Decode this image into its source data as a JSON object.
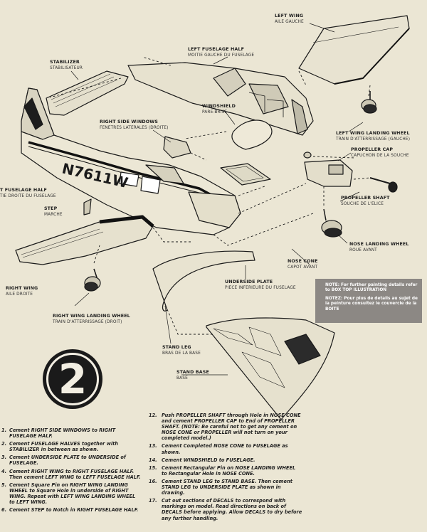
{
  "labels": {
    "left_wing": {
      "en": "LEFT WING",
      "fr": "AILE GAUCHE"
    },
    "left_fuselage_half": {
      "en": "LEFT FUSELAGE HALF",
      "fr": "MOITIE GAUCHE DU FUSELAGE"
    },
    "stabilizer": {
      "en": "STABILIZER",
      "fr": "STABILISATEUR"
    },
    "windshield": {
      "en": "WINDSHIELD",
      "fr": "PARE-BRISE"
    },
    "right_side_windows": {
      "en": "RIGHT SIDE WINDOWS",
      "fr": "FENETRES LATERALES (DROITE)"
    },
    "left_wing_landing_wheel": {
      "en": "LEFT WING LANDING WHEEL",
      "fr": "TRAIN D'ATTERRISSAGE (GAUCHE)"
    },
    "propeller_cap": {
      "en": "PROPELLER CAP",
      "fr": "CAPUCHON DE LA SOUCHE"
    },
    "right_fuselage_half": {
      "en": "T FUSELAGE HALF",
      "fr": "TIE DROITE DU FUSELAGE"
    },
    "step": {
      "en": "STEP",
      "fr": "MARCHE"
    },
    "propeller_shaft": {
      "en": "PROPELLER SHAFT",
      "fr": "SOUCHE DE L'ELICE"
    },
    "nose_landing_wheel": {
      "en": "NOSE LANDING WHEEL",
      "fr": "ROUE AVANT"
    },
    "nose_cone": {
      "en": "NOSE CONE",
      "fr": "CAPOT AVANT"
    },
    "underside_plate": {
      "en": "UNDERSIDE PLATE",
      "fr": "PIECE INFERIEURE DU FUSELAGE"
    },
    "right_wing": {
      "en": "RIGHT WING",
      "fr": "AILE DROITE"
    },
    "right_wing_landing_wheel": {
      "en": "RIGHT WING LANDING WHEEL",
      "fr": "TRAIN D'ATTERRISSAGE (DROIT)"
    },
    "stand_leg": {
      "en": "STAND LEG",
      "fr": "BRAS DE LA BASE"
    },
    "stand_base": {
      "en": "STAND BASE",
      "fr": "BASE"
    }
  },
  "registration": "N7611W",
  "note": {
    "en": "NOTE: For further painting details refer to BOX TOP ILLUSTRATION",
    "fr": "NOTEZ: Pour plus de details au sujet de la peinture consultez le couvercle de la BOITE"
  },
  "step_number": "2",
  "instructions_left": [
    {
      "n": "1.",
      "text": "Cement RIGHT SIDE WINDOWS to RIGHT FUSELAGE HALF."
    },
    {
      "n": "2.",
      "text": "Cement FUSELAGE HALVES together with STABILIZER in between as shown."
    },
    {
      "n": "3.",
      "text": "Cement UNDERSIDE PLATE to UNDERSIDE of FUSELAGE."
    },
    {
      "n": "4.",
      "text": "Cement RIGHT WING to RIGHT FUSELAGE HALF. Then cement LEFT WING to LEFT FUSELAGE HALF."
    },
    {
      "n": "5.",
      "text": "Cement Square Pin on RIGHT WING LANDING WHEEL to Square Hole in underside of RIGHT WING. Repeat with LEFT WING LANDING WHEEL to LEFT WING."
    },
    {
      "n": "6.",
      "text": "Cement STEP to Notch in RIGHT FUSELAGE HALF."
    }
  ],
  "instructions_right": [
    {
      "n": "12.",
      "text": "Push PROPELLER SHAFT through Hole in NOSE CONE and cement PROPELLER CAP to End of PROPELLER SHAFT. (NOTE: Be careful not to get any cement on NOSE CONE or PROPELLER will not turn on your completed model.)"
    },
    {
      "n": "13.",
      "text": "Cement Completed NOSE CONE to FUSELAGE as shown."
    },
    {
      "n": "14.",
      "text": "Cement WINDSHIELD to FUSELAGE."
    },
    {
      "n": "15.",
      "text": "Cement Rectangular Pin on NOSE LANDING WHEEL to Rectangular Hole in NOSE CONE."
    },
    {
      "n": "16.",
      "text": "Cement STAND LEG to STAND BASE. Then cement STAND LEG to UNDERSIDE PLATE as shown in drawing."
    },
    {
      "n": "17.",
      "text": "Cut out sections of DECALS to correspond with markings on model. Read directions on back of DECALS before applying. Allow DECALS to dry before any further handling."
    }
  ]
}
